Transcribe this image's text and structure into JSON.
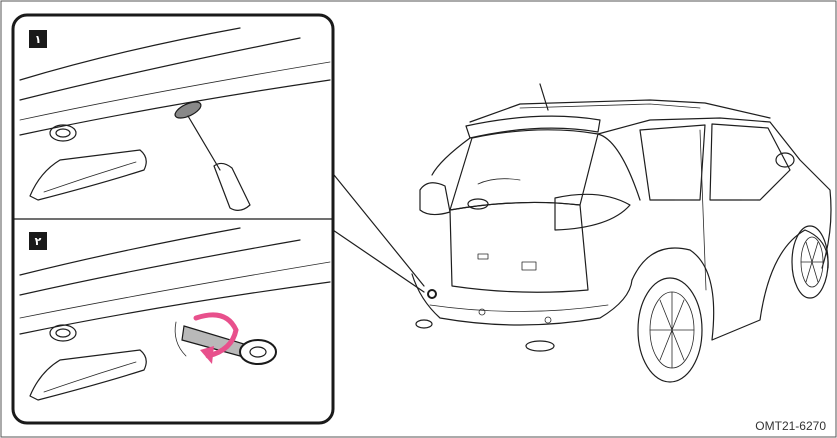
{
  "panels": [
    {
      "step_label": "١"
    },
    {
      "step_label": "٢"
    }
  ],
  "figure_code": "OMT21-6270",
  "colors": {
    "line": "#1e1e1e",
    "badge": "#1a1a1a",
    "rotation_arrow": "#e8508c",
    "frame": "#555555"
  }
}
